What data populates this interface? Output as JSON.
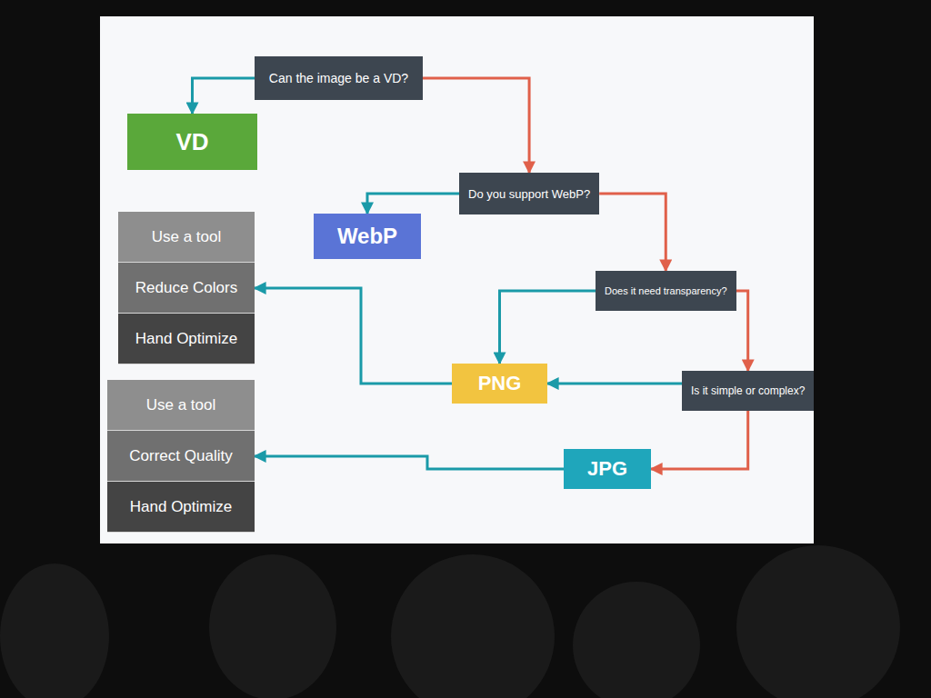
{
  "diagram": {
    "nodes": [
      {
        "text": [
          "Can the image be a VD?"
        ]
      },
      {
        "text": [
          "VD"
        ]
      },
      {
        "text": [
          "Do you support WebP?"
        ]
      },
      {
        "text": [
          "WebP"
        ]
      },
      {
        "text": [
          "Does it need transparency?"
        ]
      },
      {
        "text": [
          "PNG"
        ]
      },
      {
        "text": [
          "Is it simple or complex?"
        ]
      },
      {
        "text": [
          "JPG"
        ]
      },
      {
        "text": [
          "Use a tool"
        ]
      },
      {
        "text": [
          "Reduce Colors"
        ]
      },
      {
        "text": [
          "Hand Optimize"
        ]
      },
      {
        "text": [
          "Use a tool"
        ]
      },
      {
        "text": [
          "Correct Quality"
        ]
      },
      {
        "text": [
          "Hand Optimize"
        ]
      }
    ],
    "edges": [
      {
        "from": 0,
        "to": 1,
        "arrow": "to"
      },
      {
        "from": 0,
        "to": 2,
        "arrow": "to"
      },
      {
        "from": 2,
        "to": 3,
        "arrow": "to"
      },
      {
        "from": 2,
        "to": 4,
        "arrow": "to"
      },
      {
        "from": 4,
        "to": 5,
        "arrow": "to"
      },
      {
        "from": 4,
        "to": 6,
        "arrow": "to"
      },
      {
        "from": 6,
        "to": 5,
        "arrow": "to"
      },
      {
        "from": 6,
        "to": 7,
        "arrow": "to"
      },
      {
        "from": 5,
        "to": 9,
        "arrow": "to"
      },
      {
        "from": 7,
        "to": 12,
        "arrow": "to"
      }
    ]
  }
}
